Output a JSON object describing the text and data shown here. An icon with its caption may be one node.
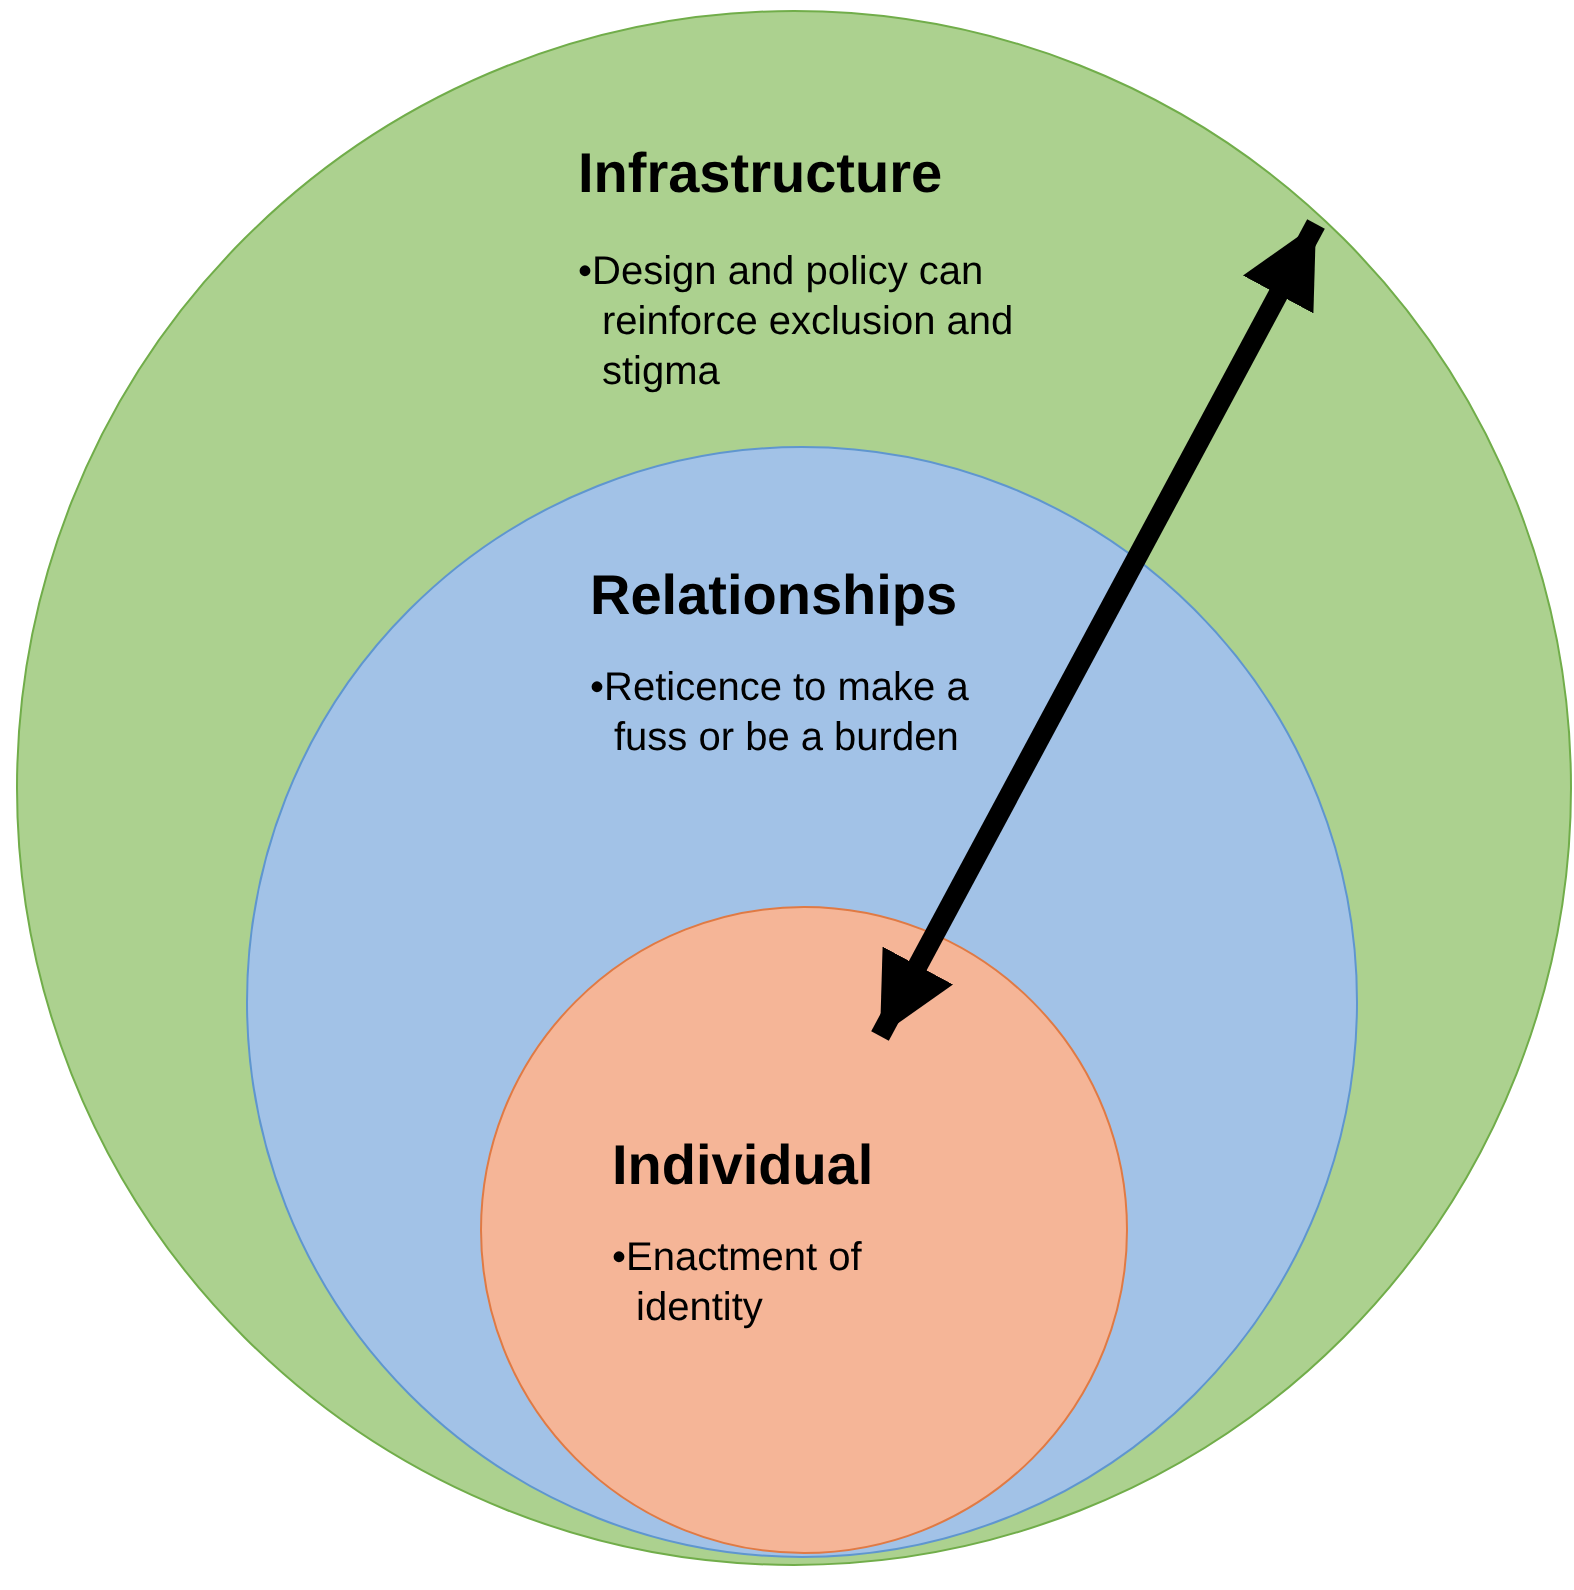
{
  "diagram": {
    "nodes": [
      {
        "text": [
          "Infrastructure",
          "•Design and policy can reinforce exclusion and stigma"
        ]
      },
      {
        "text": [
          "Relationships",
          "•Reticence to make a fuss or be a burden"
        ],
        "in": 0
      },
      {
        "text": [
          "Individual",
          "•Enactment of identity"
        ],
        "in": 1
      }
    ],
    "edges": [
      {
        "from": 2,
        "to": 0,
        "arrow": "both"
      }
    ]
  }
}
